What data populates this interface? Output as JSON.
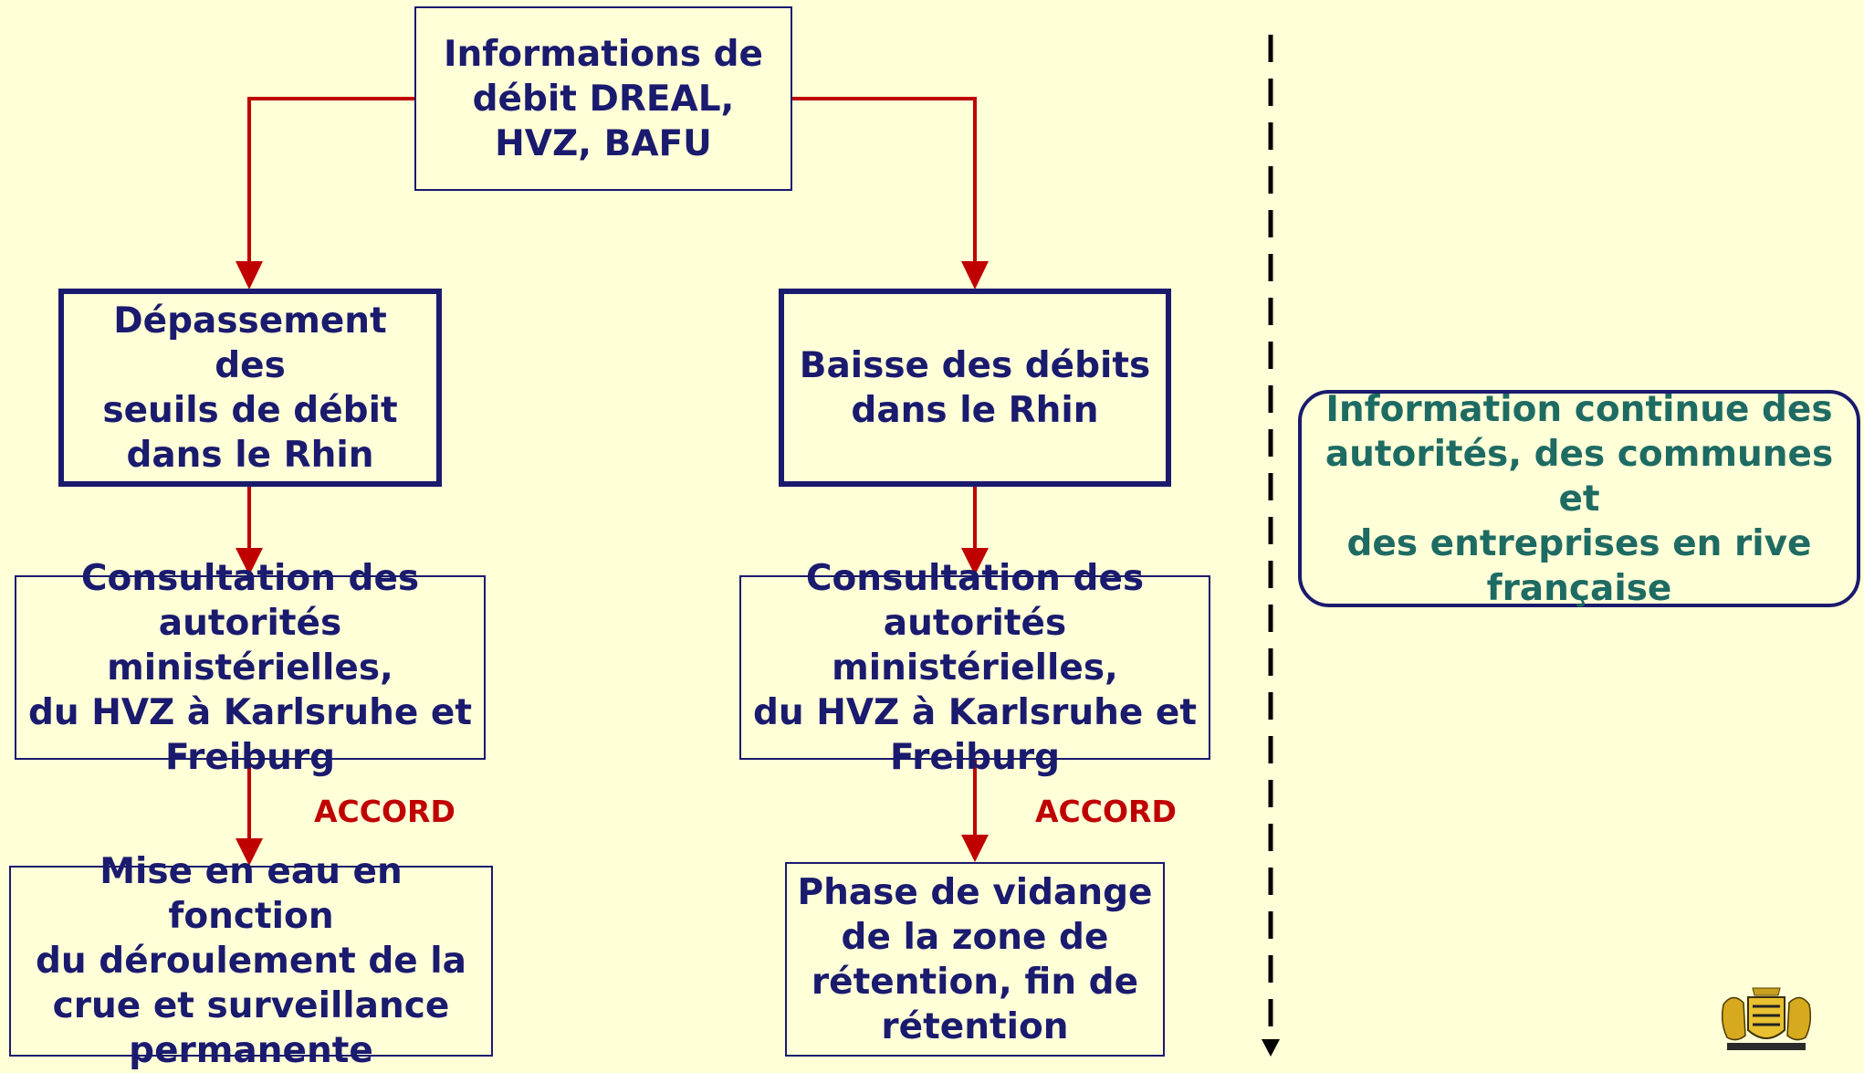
{
  "colors": {
    "background": "#FFFFD8",
    "box_text": "#1A1A6E",
    "arrows": "#C00000",
    "info_text": "#1E6B63"
  },
  "boxes": {
    "source": "Informations de\ndébit DREAL,\nHVZ, BAFU",
    "left_trigger": "Dépassement des\nseuils de débit\ndans le Rhin",
    "right_trigger": "Baisse des débits\ndans le Rhin",
    "left_consult": "Consultation des\nautorités ministérielles,\ndu HVZ à Karlsruhe et\nFreiburg",
    "right_consult": "Consultation des\nautorités ministérielles,\ndu HVZ à Karlsruhe et\nFreiburg",
    "left_action": "Mise en eau en fonction\ndu déroulement de la\ncrue et surveillance\npermanente",
    "right_action": "Phase de vidange\nde la zone de\nrétention, fin de\nrétention",
    "info": "Information continue des\nautorités, des communes et\ndes entreprises en rive\nfrançaise"
  },
  "labels": {
    "left_accord": "ACCORD",
    "right_accord": "ACCORD"
  },
  "icons": {
    "coat_of_arms": "coat-of-arms-icon"
  }
}
